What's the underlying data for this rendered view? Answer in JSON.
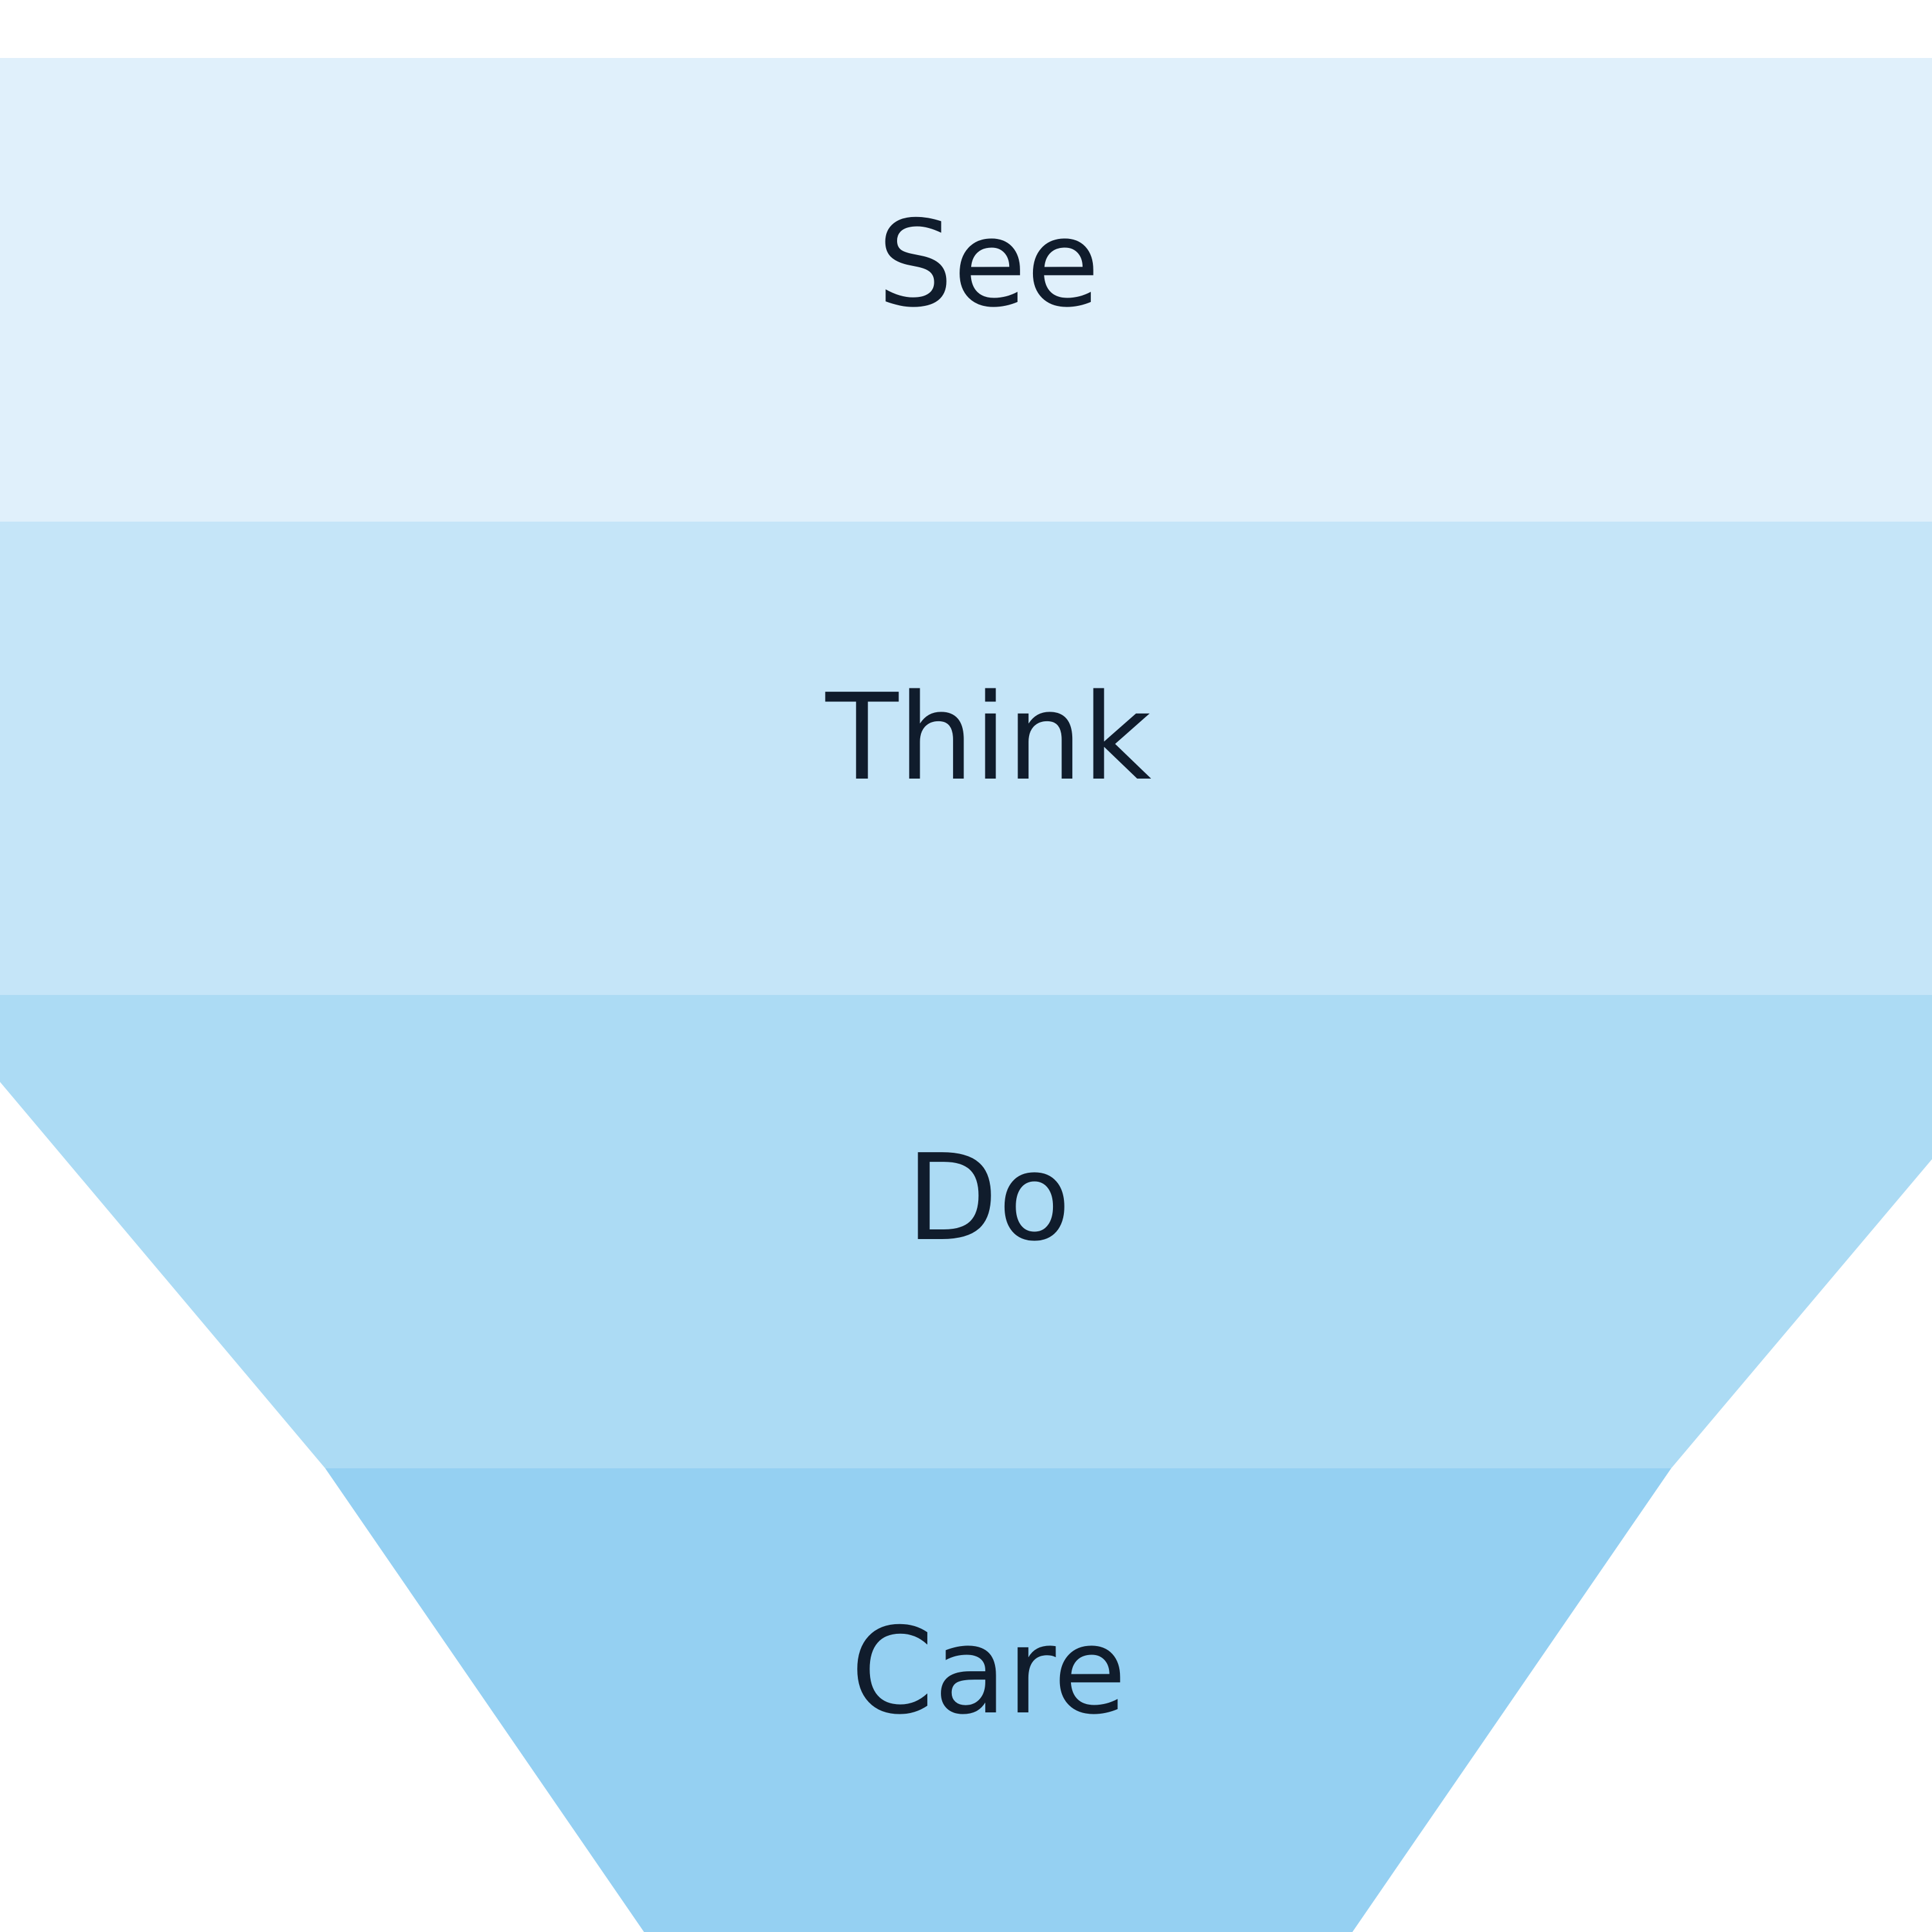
{
  "funnel": {
    "stages": [
      {
        "label": "See",
        "color": "#e0f0fb"
      },
      {
        "label": "Think",
        "color": "#c5e5f8"
      },
      {
        "label": "Do",
        "color": "#acdbf4"
      },
      {
        "label": "Care",
        "color": "#95d0f2"
      }
    ]
  }
}
